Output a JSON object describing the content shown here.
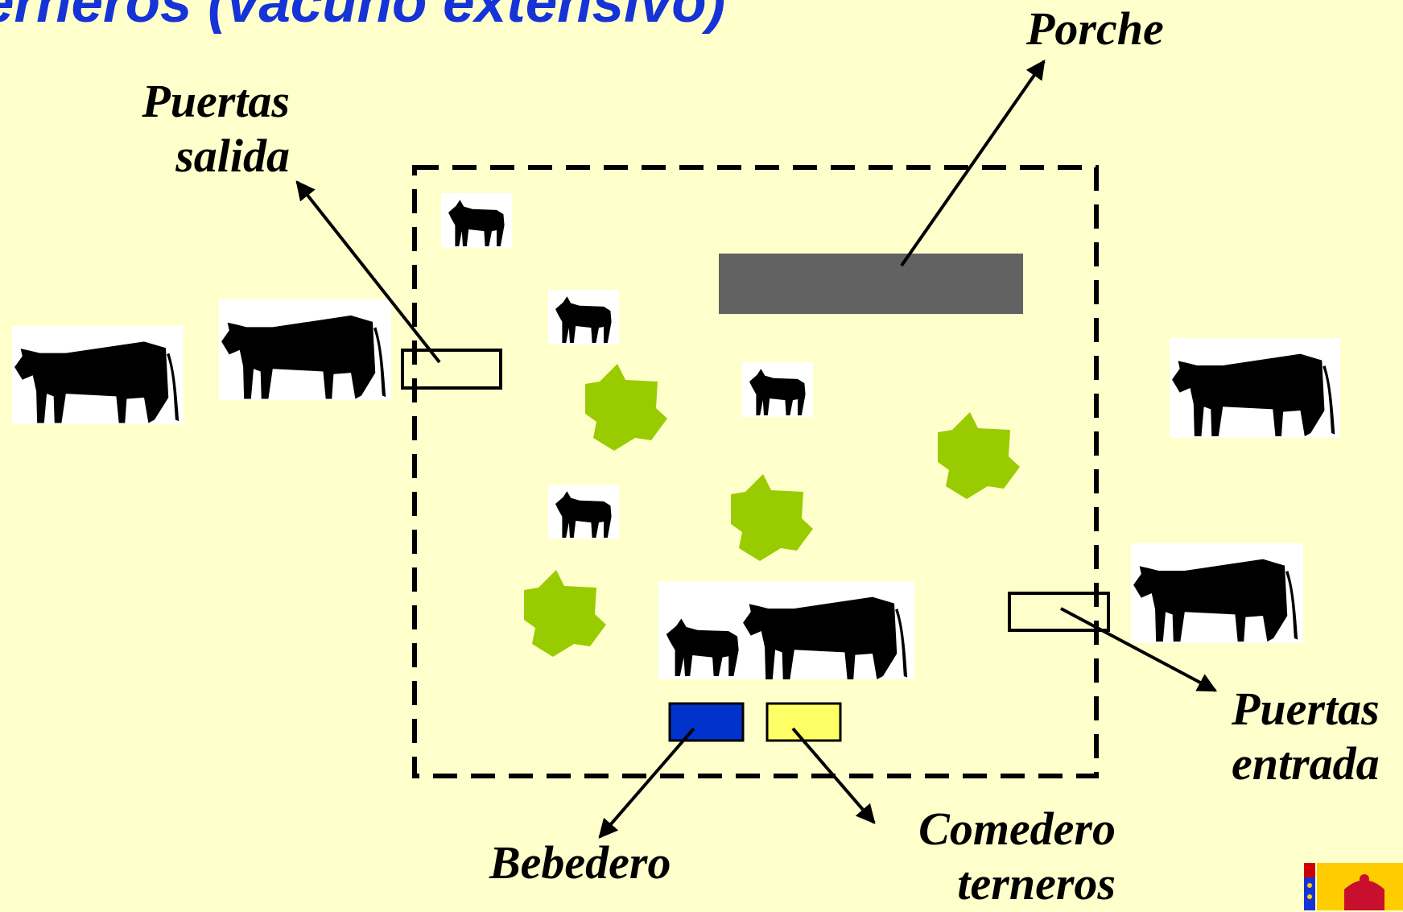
{
  "title": "erneros (vacuno extensivo)",
  "labels": {
    "porche": "Porche",
    "puertas_salida": [
      "Puertas",
      "salida"
    ],
    "puertas_entrada": [
      "Puertas",
      "entrada"
    ],
    "bebedero": "Bebedero",
    "comedero": [
      "Comedero",
      "terneros"
    ]
  },
  "colors": {
    "background": "#FFFFCC",
    "title": "#1533D6",
    "porche": "#626262",
    "bushes": "#99CC00",
    "bebedero": "#0033CC",
    "comedero": "#FFFF66",
    "animals": "#000000"
  },
  "icons": [
    "cow-icon",
    "calf-icon",
    "bush-icon",
    "flag-logo-icon"
  ]
}
